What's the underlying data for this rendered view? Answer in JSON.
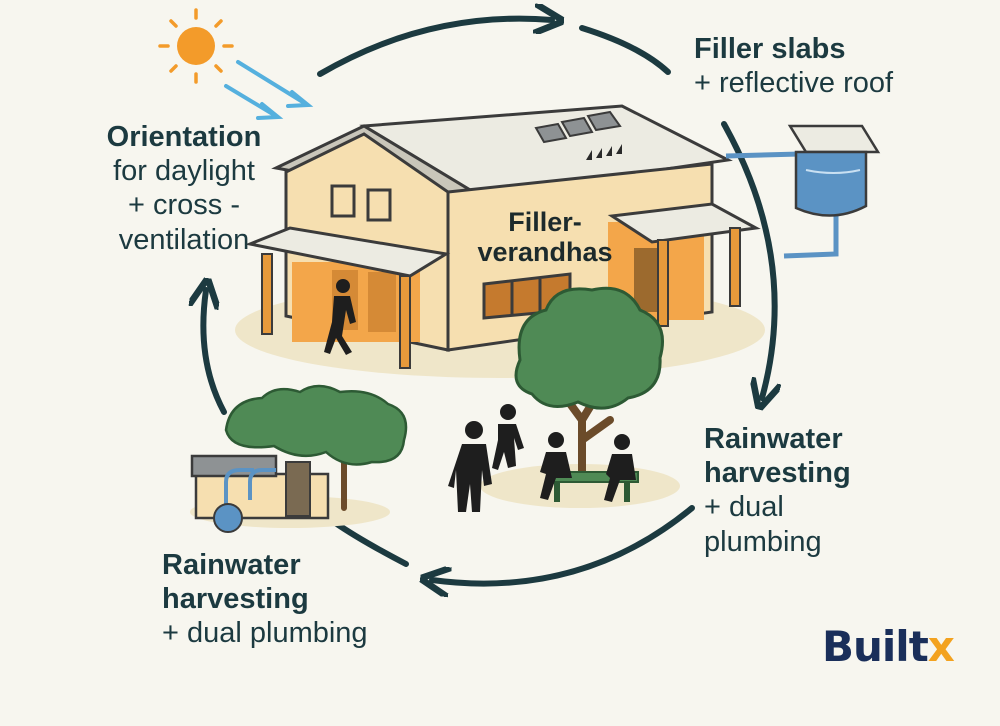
{
  "labels": {
    "orientation": [
      "Orientation",
      "for daylight",
      "+ cross -",
      "ventilation"
    ],
    "filler_roof": [
      "Filler slabs",
      "+ reflective roof"
    ],
    "rainwater_right": [
      "Rainwater",
      "harvesting",
      "+ dual",
      "plumbing"
    ],
    "rainwater_left": [
      "Rainwater",
      "harvesting",
      "+ dual plumbing"
    ]
  },
  "building_sign": [
    "Filler-",
    "verandhas"
  ],
  "brand": {
    "main": "Built",
    "accent": "x"
  },
  "colors": {
    "arrow": "#1c3a40",
    "wall": "#f6dfb0",
    "roof": "#ecebe2",
    "post": "#e79a3b",
    "tree": "#4f8a55",
    "water_tank": "#5b93c4",
    "sun": "#f39b2a",
    "sun_rays": "#55b0de",
    "brand_main": "#1a2f5a",
    "brand_accent": "#f3a21f"
  },
  "icons": [
    "sun-icon",
    "rain-tank-icon",
    "tree-icon",
    "person-icon",
    "bench-icon",
    "solar-panel-icon",
    "cycle-arrow-icon"
  ]
}
